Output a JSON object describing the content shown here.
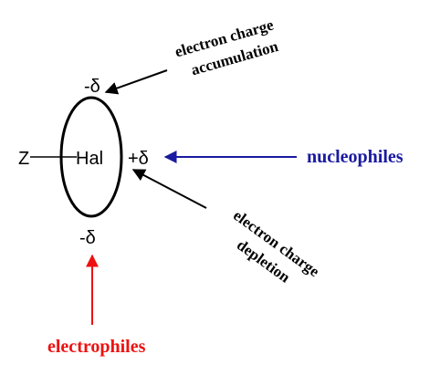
{
  "atoms": {
    "z": "Z",
    "hal": "Hal"
  },
  "charges": {
    "top": "-δ",
    "right": "+δ",
    "bottom": "-δ"
  },
  "labels": {
    "nucleophiles": "nucleophiles",
    "electrophiles": "electrophiles",
    "accumulation_line1": "electron charge",
    "accumulation_line2": "accumulation",
    "depletion_line1": "electron charge",
    "depletion_line2": "depletion"
  },
  "colors": {
    "nucleophile": "#1a1aa0",
    "electrophile": "#ee1111",
    "ink": "#000000"
  }
}
